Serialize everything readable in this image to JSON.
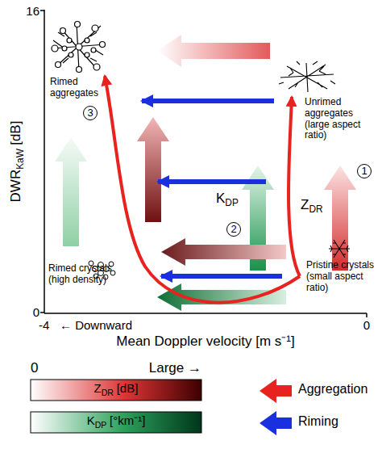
{
  "diagram": {
    "labels": [
      "16",
      "0",
      "DWR",
      "KaW",
      "[dB]",
      "-4",
      "← Downward",
      "0",
      "Mean Doppler velocity [m s⁻¹]",
      "Rimed aggregates",
      "Unrimed aggregates (large aspect ratio)",
      "Pristine crystals (small aspect ratio)",
      "Rimed crystals (high density)",
      "3",
      "1",
      "2",
      "K",
      "DP",
      "Z",
      "DR",
      "0",
      "Large →",
      "Z",
      "DR",
      "[dB]",
      "K",
      "DP",
      "[°km⁻¹]"
    ],
    "legend": [
      {
        "text": "Aggregation"
      },
      {
        "text": "Riming"
      }
    ]
  }
}
